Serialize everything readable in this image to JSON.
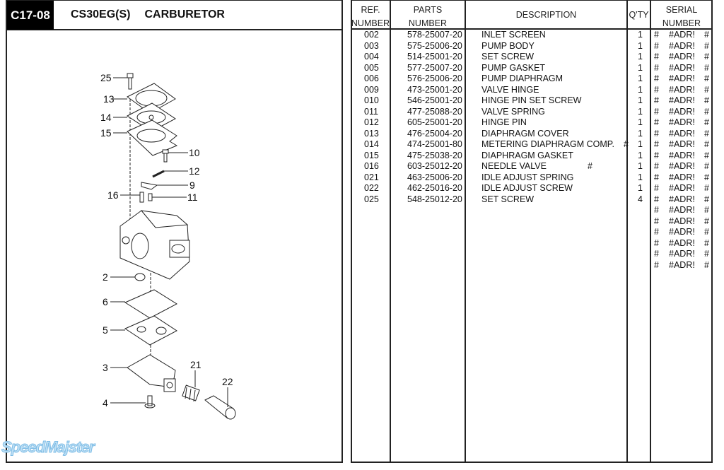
{
  "header": {
    "code": "C17-08",
    "model": "CS30EG(S)",
    "title": "CARBURETOR"
  },
  "table": {
    "columns": {
      "ref_line1": "REF.",
      "ref_line2": "NUMBER",
      "parts_line1": "PARTS",
      "parts_line2": "NUMBER",
      "description": "DESCRIPTION",
      "qty": "Q'TY",
      "serial_line1": "SERIAL",
      "serial_line2": "NUMBER"
    },
    "rows": [
      {
        "ref": "002",
        "part": "578-25007-20",
        "desc": "INLET SCREEN",
        "mark": "",
        "qty": "1",
        "s1": "#",
        "s2": "#ADR!",
        "s3": "#"
      },
      {
        "ref": "003",
        "part": "575-25006-20",
        "desc": "PUMP BODY",
        "mark": "",
        "qty": "1",
        "s1": "#",
        "s2": "#ADR!",
        "s3": "#"
      },
      {
        "ref": "004",
        "part": "514-25001-20",
        "desc": "SET SCREW",
        "mark": "",
        "qty": "1",
        "s1": "#",
        "s2": "#ADR!",
        "s3": "#"
      },
      {
        "ref": "005",
        "part": "577-25007-20",
        "desc": "PUMP GASKET",
        "mark": "",
        "qty": "1",
        "s1": "#",
        "s2": "#ADR!",
        "s3": "#"
      },
      {
        "ref": "006",
        "part": "576-25006-20",
        "desc": "PUMP DIAPHRAGM",
        "mark": "",
        "qty": "1",
        "s1": "#",
        "s2": "#ADR!",
        "s3": "#"
      },
      {
        "ref": "009",
        "part": "473-25001-20",
        "desc": "VALVE HINGE",
        "mark": "",
        "qty": "1",
        "s1": "#",
        "s2": "#ADR!",
        "s3": "#"
      },
      {
        "ref": "010",
        "part": "546-25001-20",
        "desc": "HINGE PIN SET SCREW",
        "mark": "",
        "qty": "1",
        "s1": "#",
        "s2": "#ADR!",
        "s3": "#"
      },
      {
        "ref": "011",
        "part": "477-25088-20",
        "desc": "VALVE SPRING",
        "mark": "",
        "qty": "1",
        "s1": "#",
        "s2": "#ADR!",
        "s3": "#"
      },
      {
        "ref": "012",
        "part": "605-25001-20",
        "desc": "HINGE PIN",
        "mark": "",
        "qty": "1",
        "s1": "#",
        "s2": "#ADR!",
        "s3": "#"
      },
      {
        "ref": "013",
        "part": "476-25004-20",
        "desc": "DIAPHRAGM COVER",
        "mark": "",
        "qty": "1",
        "s1": "#",
        "s2": "#ADR!",
        "s3": "#"
      },
      {
        "ref": "014",
        "part": "474-25001-80",
        "desc": "METERING DIAPHRAGM COMP.",
        "mark": "#",
        "qty": "1",
        "s1": "#",
        "s2": "#ADR!",
        "s3": "#"
      },
      {
        "ref": "015",
        "part": "475-25038-20",
        "desc": "DIAPHRAGM GASKET",
        "mark": "",
        "qty": "1",
        "s1": "#",
        "s2": "#ADR!",
        "s3": "#"
      },
      {
        "ref": "016",
        "part": "603-25012-20",
        "desc": "NEEDLE VALVE",
        "mark": "#",
        "qty": "1",
        "s1": "#",
        "s2": "#ADR!",
        "s3": "#"
      },
      {
        "ref": "021",
        "part": "463-25006-20",
        "desc": "IDLE ADJUST SPRING",
        "mark": "",
        "qty": "1",
        "s1": "#",
        "s2": "#ADR!",
        "s3": "#"
      },
      {
        "ref": "022",
        "part": "462-25016-20",
        "desc": "IDLE ADJUST SCREW",
        "mark": "",
        "qty": "1",
        "s1": "#",
        "s2": "#ADR!",
        "s3": "#"
      },
      {
        "ref": "025",
        "part": "548-25012-20",
        "desc": "SET SCREW",
        "mark": "",
        "qty": "4",
        "s1": "#",
        "s2": "#ADR!",
        "s3": "#"
      },
      {
        "ref": "",
        "part": "",
        "desc": "",
        "mark": "",
        "qty": "",
        "s1": "#",
        "s2": "#ADR!",
        "s3": "#"
      },
      {
        "ref": "",
        "part": "",
        "desc": "",
        "mark": "",
        "qty": "",
        "s1": "#",
        "s2": "#ADR!",
        "s3": "#"
      },
      {
        "ref": "",
        "part": "",
        "desc": "",
        "mark": "",
        "qty": "",
        "s1": "#",
        "s2": "#ADR!",
        "s3": "#"
      },
      {
        "ref": "",
        "part": "",
        "desc": "",
        "mark": "",
        "qty": "",
        "s1": "#",
        "s2": "#ADR!",
        "s3": "#"
      },
      {
        "ref": "",
        "part": "",
        "desc": "",
        "mark": "",
        "qty": "",
        "s1": "#",
        "s2": "#ADR!",
        "s3": "#"
      },
      {
        "ref": "",
        "part": "",
        "desc": "",
        "mark": "",
        "qty": "",
        "s1": "#",
        "s2": "#ADR!",
        "s3": "#"
      }
    ]
  },
  "diagram": {
    "callouts": [
      "25",
      "13",
      "14",
      "15",
      "10",
      "12",
      "9",
      "16",
      "11",
      "2",
      "6",
      "5",
      "3",
      "21",
      "22",
      "4"
    ]
  },
  "watermark": "SpeedMajster"
}
